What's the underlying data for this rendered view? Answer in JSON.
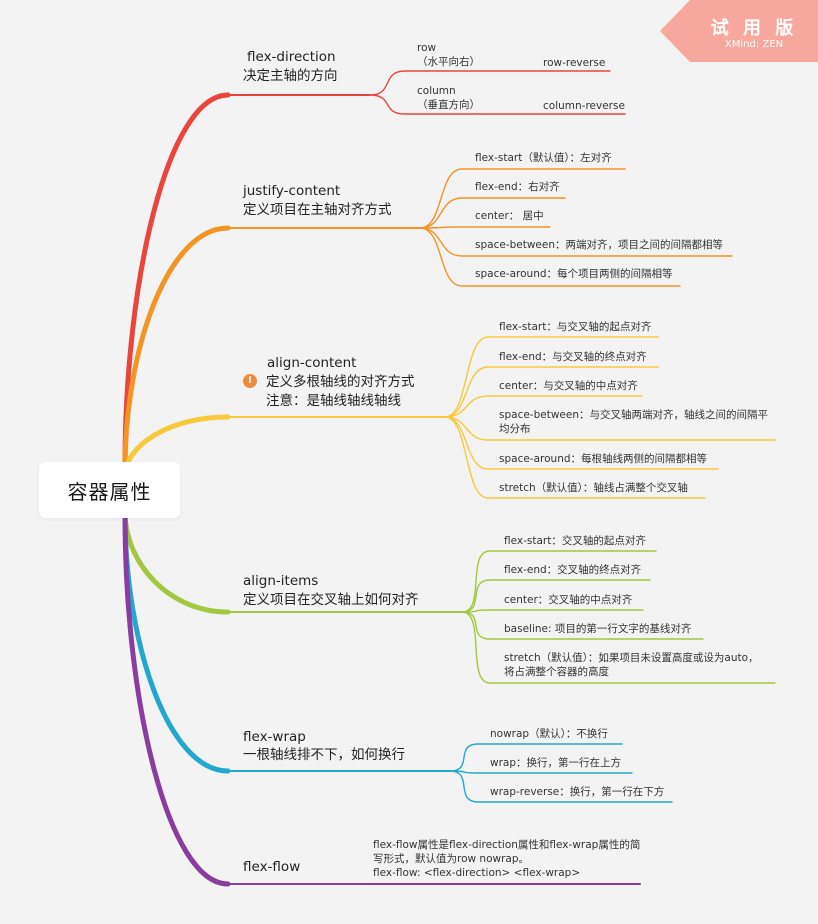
{
  "badge": {
    "title": "试 用 版",
    "subtitle": "XMind: ZEN"
  },
  "root": {
    "label": "容器属性"
  },
  "branches": [
    {
      "line1": "flex-direction",
      "line2": "决定主轴的方向",
      "leaves": [
        {
          "text": "row\n（水平向右）",
          "child": "row-reverse"
        },
        {
          "text": "column\n（垂直方向）",
          "child": "column-reverse"
        }
      ]
    },
    {
      "line1": "justify-content",
      "line2": "定义项目在主轴对齐方式",
      "leaves": [
        {
          "text": "flex-start（默认值）：左对齐"
        },
        {
          "text": "flex-end：右对齐"
        },
        {
          "text": "center： 居中"
        },
        {
          "text": "space-between：两端对齐，项目之间的间隔都相等"
        },
        {
          "text": "space-around：每个项目两侧的间隔相等"
        }
      ]
    },
    {
      "line1": "align-content",
      "line2": "定义多根轴线的对齐方式",
      "line3": "注意：是轴线轴线轴线",
      "leaves": [
        {
          "text": "flex-start：与交叉轴的起点对齐"
        },
        {
          "text": "flex-end：与交叉轴的终点对齐"
        },
        {
          "text": "center：与交叉轴的中点对齐"
        },
        {
          "text": "space-between：与交叉轴两端对齐，轴线之间的间隔平\n均分布"
        },
        {
          "text": "space-around：每根轴线两侧的间隔都相等"
        },
        {
          "text": "stretch（默认值）：轴线占满整个交叉轴"
        }
      ]
    },
    {
      "line1": "align-items",
      "line2": "定义项目在交叉轴上如何对齐",
      "leaves": [
        {
          "text": "flex-start：交叉轴的起点对齐"
        },
        {
          "text": "flex-end：交叉轴的终点对齐"
        },
        {
          "text": "center：交叉轴的中点对齐"
        },
        {
          "text": "baseline: 项目的第一行文字的基线对齐"
        },
        {
          "text": "stretch（默认值）：如果项目未设置高度或设为auto，\n将占满整个容器的高度"
        }
      ]
    },
    {
      "line1": "flex-wrap",
      "line2": "一根轴线排不下，如何换行",
      "leaves": [
        {
          "text": "nowrap（默认）：不换行"
        },
        {
          "text": "wrap：换行，第一行在上方"
        },
        {
          "text": "wrap-reverse：换行，第一行在下方"
        }
      ]
    },
    {
      "line1": "flex-flow",
      "leaves": [
        {
          "text": "flex-flow属性是flex-direction属性和flex-wrap属性的简\n写形式，默认值为row nowrap。\nflex-flow: <flex-direction> <flex-wrap>"
        }
      ]
    }
  ],
  "colors": {
    "background": "#f3f3f3",
    "badge": "#f7a79c",
    "warning": "#f08a3c",
    "branch_red": "#e8453c",
    "branch_orange": "#f39423",
    "branch_yellow": "#f7c93b",
    "branch_green": "#a1c83f",
    "branch_cyan": "#23a7cf",
    "branch_purple": "#8a3d9e"
  }
}
